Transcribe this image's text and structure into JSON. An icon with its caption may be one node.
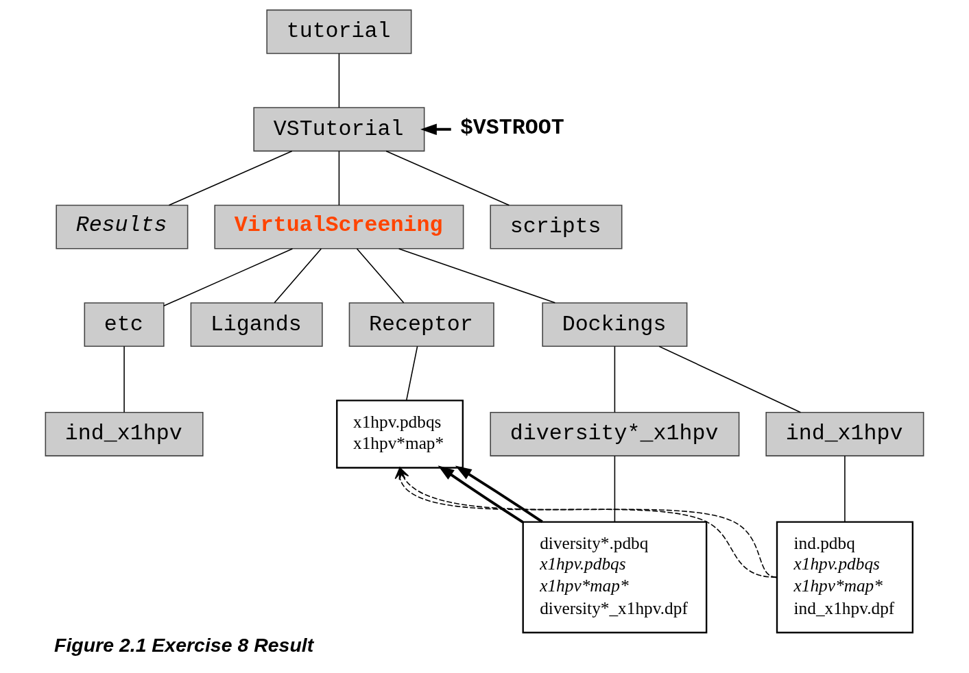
{
  "diagram": {
    "caption": "Figure 2.1 Exercise 8 Result",
    "nodes": [
      {
        "text": [
          "tutorial"
        ]
      },
      {
        "text": [
          "VSTutorial"
        ]
      },
      {
        "text": [
          "$VSTROOT"
        ]
      },
      {
        "text": [
          "Results"
        ]
      },
      {
        "text": [
          "VirtualScreening"
        ]
      },
      {
        "text": [
          "scripts"
        ]
      },
      {
        "text": [
          "etc"
        ]
      },
      {
        "text": [
          "Ligands"
        ]
      },
      {
        "text": [
          "Receptor"
        ]
      },
      {
        "text": [
          "Dockings"
        ]
      },
      {
        "text": [
          "ind_x1hpv"
        ]
      },
      {
        "text": [
          "x1hpv.pdbqs",
          "x1hpv*map*"
        ]
      },
      {
        "text": [
          "diversity*_x1hpv"
        ]
      },
      {
        "text": [
          "ind_x1hpv"
        ]
      },
      {
        "text": [
          "diversity*.pdbq",
          "x1hpv.pdbqs",
          "x1hpv*map*",
          "diversity*_x1hpv.dpf"
        ]
      },
      {
        "text": [
          "ind.pdbq",
          "x1hpv.pdbqs",
          "x1hpv*map*",
          "ind_x1hpv.dpf"
        ]
      }
    ],
    "edges": [
      {
        "from": 0,
        "to": 1,
        "arrow": "none"
      },
      {
        "from": 2,
        "to": 1,
        "arrow": "to",
        "style": "thick"
      },
      {
        "from": 1,
        "to": 3,
        "arrow": "none"
      },
      {
        "from": 1,
        "to": 4,
        "arrow": "none"
      },
      {
        "from": 1,
        "to": 5,
        "arrow": "none"
      },
      {
        "from": 4,
        "to": 6,
        "arrow": "none"
      },
      {
        "from": 4,
        "to": 7,
        "arrow": "none"
      },
      {
        "from": 4,
        "to": 8,
        "arrow": "none"
      },
      {
        "from": 4,
        "to": 9,
        "arrow": "none"
      },
      {
        "from": 6,
        "to": 10,
        "arrow": "none"
      },
      {
        "from": 8,
        "to": 11,
        "arrow": "none"
      },
      {
        "from": 9,
        "to": 12,
        "arrow": "none"
      },
      {
        "from": 9,
        "to": 13,
        "arrow": "none"
      },
      {
        "from": 12,
        "to": 14,
        "arrow": "none"
      },
      {
        "from": 13,
        "to": 15,
        "arrow": "none"
      },
      {
        "from": 14,
        "to": 11,
        "arrow": "to",
        "style": "thick"
      },
      {
        "from": 14,
        "to": 11,
        "arrow": "to",
        "style": "thick"
      },
      {
        "from": 15,
        "to": 11,
        "arrow": "to",
        "style": "dashed"
      },
      {
        "from": 15,
        "to": 11,
        "arrow": "to",
        "style": "dashed"
      }
    ]
  }
}
